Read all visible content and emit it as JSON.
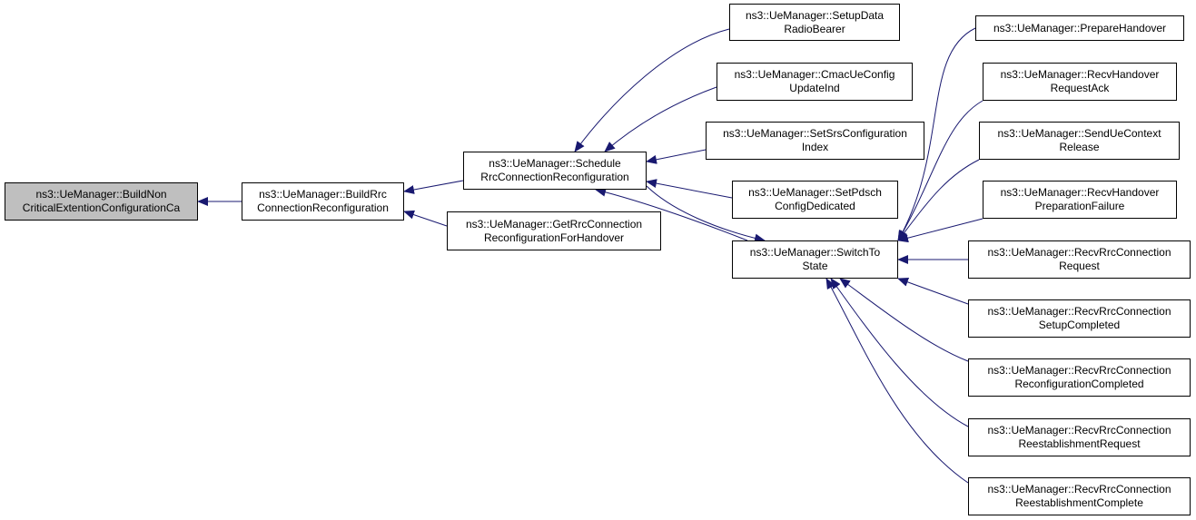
{
  "colors": {
    "edge": "#191970",
    "root_fill": "#bfbfbf",
    "node_fill": "#ffffff",
    "border": "#000000"
  },
  "nodes": [
    {
      "id": "root",
      "lines": [
        "ns3::UeManager::BuildNon",
        "CriticalExtentionConfigurationCa"
      ]
    },
    {
      "id": "build",
      "lines": [
        "ns3::UeManager::BuildRrc",
        "ConnectionReconfiguration"
      ]
    },
    {
      "id": "sched",
      "lines": [
        "ns3::UeManager::Schedule",
        "RrcConnectionReconfiguration"
      ]
    },
    {
      "id": "getrrc",
      "lines": [
        "ns3::UeManager::GetRrcConnection",
        "ReconfigurationForHandover"
      ]
    },
    {
      "id": "setup",
      "lines": [
        "ns3::UeManager::SetupData",
        "RadioBearer"
      ]
    },
    {
      "id": "cmac",
      "lines": [
        "ns3::UeManager::CmacUeConfig",
        "UpdateInd"
      ]
    },
    {
      "id": "srs",
      "lines": [
        "ns3::UeManager::SetSrsConfiguration",
        "Index"
      ]
    },
    {
      "id": "pdsch",
      "lines": [
        "ns3::UeManager::SetPdsch",
        "ConfigDedicated"
      ]
    },
    {
      "id": "switch",
      "lines": [
        "ns3::UeManager::SwitchTo",
        "State"
      ]
    },
    {
      "id": "prep",
      "lines": [
        "ns3::UeManager::PrepareHandover"
      ]
    },
    {
      "id": "rhra",
      "lines": [
        "ns3::UeManager::RecvHandover",
        "RequestAck"
      ]
    },
    {
      "id": "sucr",
      "lines": [
        "ns3::UeManager::SendUeContext",
        "Release"
      ]
    },
    {
      "id": "rhpf",
      "lines": [
        "ns3::UeManager::RecvHandover",
        "PreparationFailure"
      ]
    },
    {
      "id": "rrcr",
      "lines": [
        "ns3::UeManager::RecvRrcConnection",
        "Request"
      ]
    },
    {
      "id": "rrcs",
      "lines": [
        "ns3::UeManager::RecvRrcConnection",
        "SetupCompleted"
      ]
    },
    {
      "id": "rrcrc",
      "lines": [
        "ns3::UeManager::RecvRrcConnection",
        "ReconfigurationCompleted"
      ]
    },
    {
      "id": "rrcer",
      "lines": [
        "ns3::UeManager::RecvRrcConnection",
        "ReestablishmentRequest"
      ]
    },
    {
      "id": "rrcec",
      "lines": [
        "ns3::UeManager::RecvRrcConnection",
        "ReestablishmentComplete"
      ]
    }
  ],
  "edges": [
    [
      "build",
      "root"
    ],
    [
      "sched",
      "build"
    ],
    [
      "getrrc",
      "build"
    ],
    [
      "setup",
      "sched"
    ],
    [
      "cmac",
      "sched"
    ],
    [
      "srs",
      "sched"
    ],
    [
      "pdsch",
      "sched"
    ],
    [
      "switch",
      "sched"
    ],
    [
      "sched",
      "switch"
    ],
    [
      "prep",
      "switch"
    ],
    [
      "rhra",
      "switch"
    ],
    [
      "sucr",
      "switch"
    ],
    [
      "rhpf",
      "switch"
    ],
    [
      "rrcr",
      "switch"
    ],
    [
      "rrcs",
      "switch"
    ],
    [
      "rrcrc",
      "switch"
    ],
    [
      "rrcer",
      "switch"
    ],
    [
      "rrcec",
      "switch"
    ]
  ]
}
